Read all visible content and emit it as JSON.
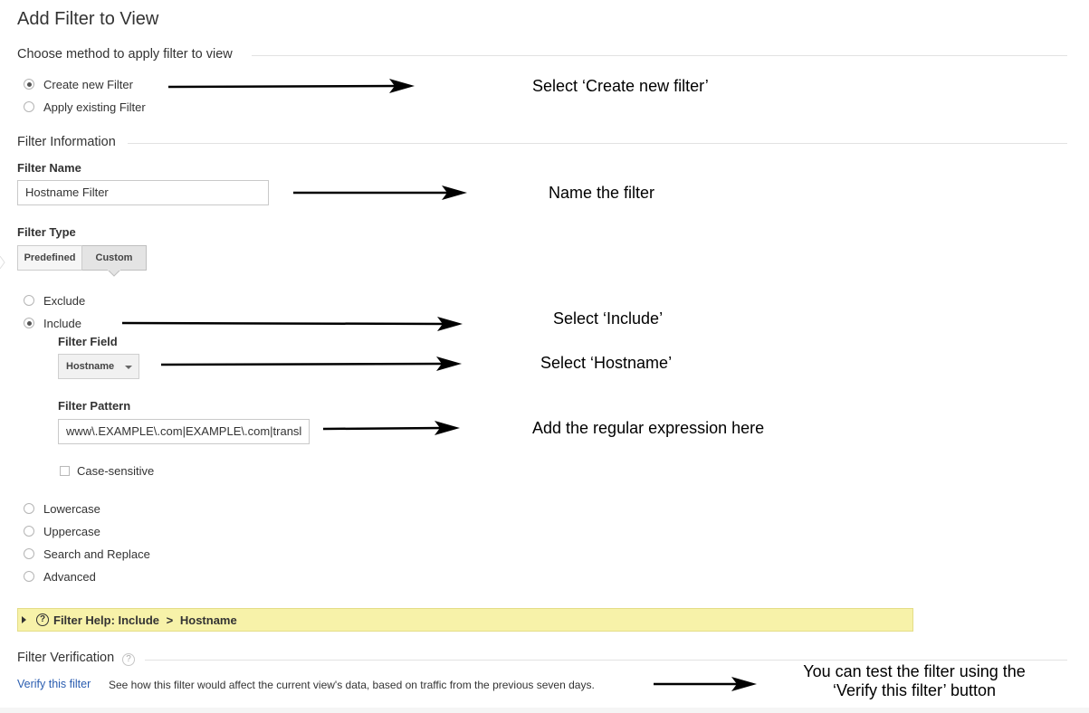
{
  "page": {
    "title": "Add Filter to View"
  },
  "method": {
    "section_title": "Choose method to apply filter to view",
    "options": [
      {
        "label": "Create new Filter",
        "checked": true
      },
      {
        "label": "Apply existing Filter",
        "checked": false
      }
    ]
  },
  "filter_info": {
    "section_title": "Filter Information",
    "name_label": "Filter Name",
    "name_value": "Hostname Filter",
    "type_label": "Filter Type",
    "tabs": [
      {
        "label": "Predefined",
        "selected": false
      },
      {
        "label": "Custom",
        "selected": true
      }
    ],
    "custom_options": [
      {
        "label": "Exclude",
        "checked": false
      },
      {
        "label": "Include",
        "checked": true
      }
    ],
    "field_label": "Filter Field",
    "field_value": "Hostname",
    "pattern_label": "Filter Pattern",
    "pattern_value": "www\\.EXAMPLE\\.com|EXAMPLE\\.com|transl",
    "case_sensitive_label": "Case-sensitive",
    "case_sensitive_checked": false,
    "other_options": [
      {
        "label": "Lowercase",
        "checked": false
      },
      {
        "label": "Uppercase",
        "checked": false
      },
      {
        "label": "Search and Replace",
        "checked": false
      },
      {
        "label": "Advanced",
        "checked": false
      }
    ]
  },
  "help_bar": {
    "prefix": "Filter Help: Include",
    "separator": ">",
    "target": "Hostname"
  },
  "verification": {
    "section_title": "Filter Verification",
    "link_label": "Verify this filter",
    "description": "See how this filter would affect the current view's data, based on traffic from the previous seven days."
  },
  "annotations": {
    "create": "Select ‘Create new filter’",
    "name": "Name the filter",
    "include": "Select ‘Include’",
    "hostname": "Select ‘Hostname’",
    "regex": "Add the regular expression here",
    "verify_line1": "You can test the filter using the",
    "verify_line2": "‘Verify this filter’ button"
  },
  "colors": {
    "link": "#2a5db0",
    "help_bar_bg": "#f7f2a9",
    "help_bar_border": "#e4dd86"
  }
}
